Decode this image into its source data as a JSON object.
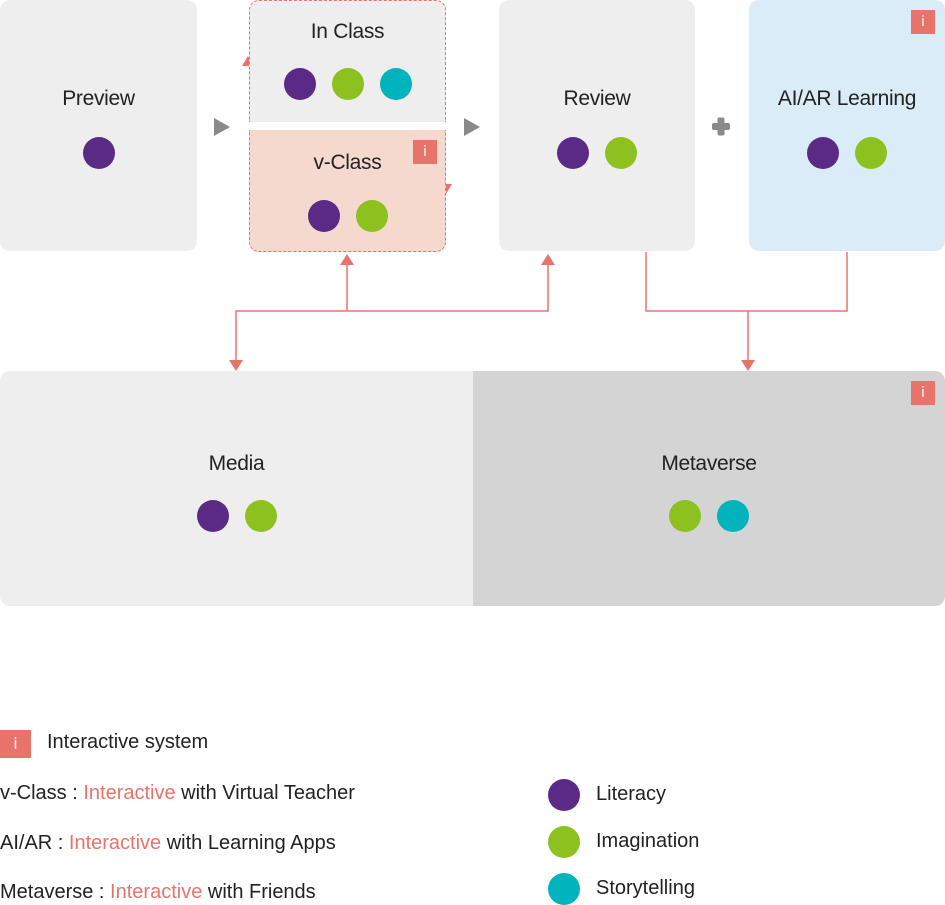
{
  "colors": {
    "literacy": "#5b2a86",
    "imagination": "#8cc11f",
    "storytelling": "#00b3bc",
    "accent": "#e8736b",
    "box_grey": "#eeeeee",
    "box_dark_grey": "#d4d4d4",
    "box_blue": "#d9ecf8",
    "box_pink": "#f5d9ce"
  },
  "boxes": {
    "preview": {
      "title": "Preview",
      "dots": [
        "literacy"
      ]
    },
    "in_class": {
      "title": "In Class",
      "dots": [
        "literacy",
        "imagination",
        "storytelling"
      ]
    },
    "v_class": {
      "title": "v-Class",
      "badge": "i",
      "dots": [
        "literacy",
        "imagination"
      ]
    },
    "review": {
      "title": "Review",
      "dots": [
        "literacy",
        "imagination"
      ]
    },
    "ai_ar": {
      "title": "AI/AR Learning",
      "badge": "i",
      "dots": [
        "literacy",
        "imagination"
      ]
    },
    "media": {
      "title": "Media",
      "dots": [
        "literacy",
        "imagination"
      ]
    },
    "metaverse": {
      "title": "Metaverse",
      "badge": "i",
      "dots": [
        "imagination",
        "storytelling"
      ]
    }
  },
  "legend": {
    "badge": "i",
    "badge_label": "Interactive system",
    "notes": [
      {
        "prefix": "v-Class : ",
        "highlight": "Interactive",
        "suffix": " with Virtual Teacher"
      },
      {
        "prefix": "AI/AR : ",
        "highlight": "Interactive",
        "suffix": " with Learning Apps"
      },
      {
        "prefix": "Metaverse : ",
        "highlight": "Interactive",
        "suffix": " with Friends"
      }
    ],
    "skills": [
      {
        "key": "literacy",
        "label": "Literacy"
      },
      {
        "key": "imagination",
        "label": "Imagination"
      },
      {
        "key": "storytelling",
        "label": "Storytelling"
      }
    ]
  }
}
